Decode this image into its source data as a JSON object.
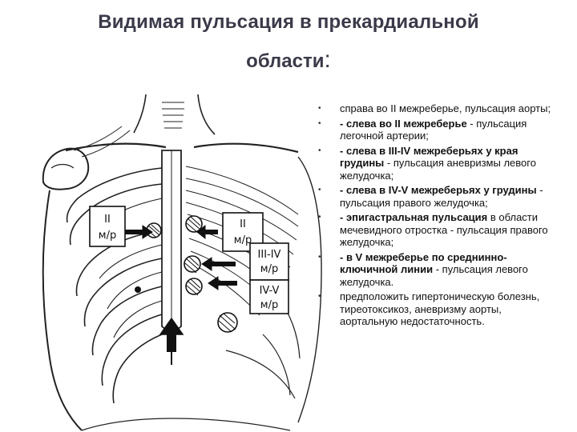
{
  "slide": {
    "title_line1": "Видимая пульсация в прекардиальной",
    "title_line2": "области",
    "title_colon": ":"
  },
  "figure": {
    "label_left_top": "II",
    "label_left_bottom": "м/р",
    "label_right_top": "II",
    "label_right_bottom": "м/р",
    "label_3_4_top": "III-IV",
    "label_3_4_bottom": "м/р",
    "label_4_5_top": "IV-V",
    "label_4_5_bottom": "м/р"
  },
  "bullets": [
    {
      "bold": "справа во II межреберье,",
      "rest": " пульсация аорты;"
    },
    {
      "bold": "- слева во II межреберье",
      "rest": " - пульсация легочной артерии;"
    },
    {
      "bold": "- слева в III-IV межреберьях у края грудины",
      "rest": " - пульсация аневризмы левого желудочка;"
    },
    {
      "bold": "- слева в IV-V межреберьях у грудины",
      "rest": " - пульсация правого желудочка;"
    },
    {
      "bold": "- эпигастральная пульсация",
      "rest": " в области мечевидного отростка - пульсация правого желудочка;"
    },
    {
      "bold": "- в V межреберье по среднинно-ключичной линии",
      "rest": " - пульсация левого желудочка."
    },
    {
      "bold": "",
      "rest": "предположить гипертоническую болезнь, тиреотоксикоз, аневризму аорты, аортальную недостаточность."
    }
  ]
}
